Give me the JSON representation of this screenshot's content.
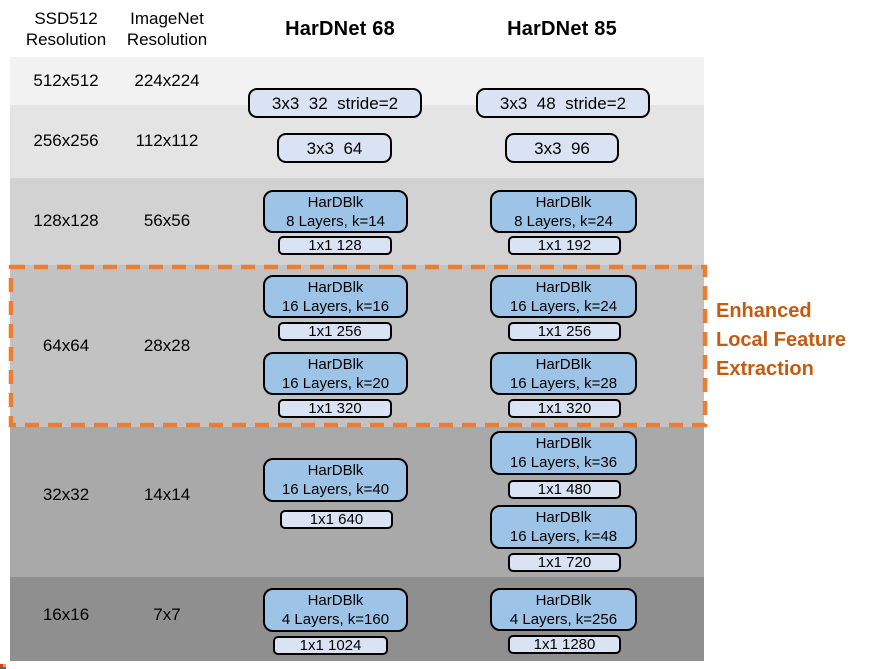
{
  "diagram": {
    "col_headers": {
      "ssd": "SSD512\nResolution",
      "imagenet": "ImageNet\nResolution"
    },
    "titles": {
      "hardnet68": "HarDNet 68",
      "hardnet85": "HarDNet 85"
    },
    "annotation": "Enhanced\nLocal Feature\nExtraction",
    "colors": {
      "accent_dash": "#ED7D31",
      "annotation_text": "#C55A11",
      "hardblk_fill": "#9DC3E6",
      "conv_fill": "#DAE3F3",
      "block_border": "#000000",
      "band1": "#F2F2F2",
      "band2": "#E4E4E4",
      "band3": "#D2D2D2",
      "band4": "#C2C2C2",
      "band5": "#A9A9A9",
      "band6": "#8F8F8F"
    },
    "rows": [
      {
        "ssd": "512x512",
        "imagenet": "224x224"
      },
      {
        "ssd": "256x256",
        "imagenet": "112x112"
      },
      {
        "ssd": "128x128",
        "imagenet": "56x56"
      },
      {
        "ssd": "64x64",
        "imagenet": "28x28"
      },
      {
        "ssd": "32x32",
        "imagenet": "14x14"
      },
      {
        "ssd": "16x16",
        "imagenet": "7x7"
      }
    ],
    "hardnet68": {
      "blocks": [
        {
          "label": "3x3  32  stride=2"
        },
        {
          "label": "3x3  64"
        },
        {
          "label": "HarDBlk\n8 Layers, k=14"
        },
        {
          "label": "1x1 128"
        },
        {
          "label": "HarDBlk\n16 Layers, k=16"
        },
        {
          "label": "1x1 256"
        },
        {
          "label": "HarDBlk\n16 Layers, k=20"
        },
        {
          "label": "1x1 320"
        },
        {
          "label": "HarDBlk\n16 Layers, k=40"
        },
        {
          "label": "1x1 640"
        },
        {
          "label": "HarDBlk\n4 Layers, k=160"
        },
        {
          "label": "1x1 1024"
        }
      ]
    },
    "hardnet85": {
      "blocks": [
        {
          "label": "3x3  48  stride=2"
        },
        {
          "label": "3x3  96"
        },
        {
          "label": "HarDBlk\n8 Layers, k=24"
        },
        {
          "label": "1x1 192"
        },
        {
          "label": "HarDBlk\n16 Layers, k=24"
        },
        {
          "label": "1x1 256"
        },
        {
          "label": "HarDBlk\n16 Layers, k=28"
        },
        {
          "label": "1x1 320"
        },
        {
          "label": "HarDBlk\n16 Layers, k=36"
        },
        {
          "label": "1x1 480"
        },
        {
          "label": "HarDBlk\n16 Layers, k=48"
        },
        {
          "label": "1x1 720"
        },
        {
          "label": "HarDBlk\n4 Layers, k=256"
        },
        {
          "label": "1x1 1280"
        }
      ]
    }
  }
}
